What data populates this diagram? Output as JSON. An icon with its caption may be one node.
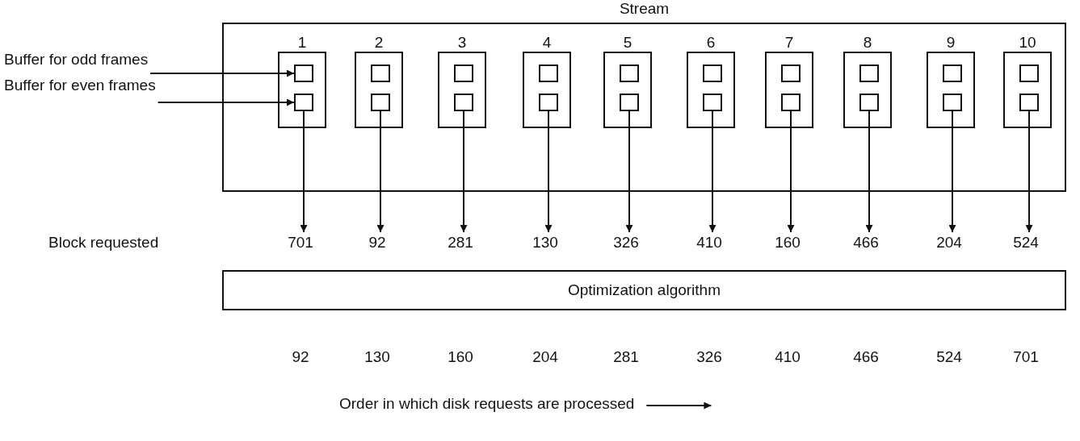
{
  "diagram": {
    "nodes": [
      {
        "text": [
          "Stream"
        ]
      },
      {
        "text": [
          "Buffer for odd frames"
        ]
      },
      {
        "text": [
          "Buffer for even frames"
        ]
      },
      {
        "text": [
          "1"
        ],
        "in": 0
      },
      {
        "text": [],
        "shape": "box",
        "in": 3
      },
      {
        "text": [],
        "shape": "box",
        "in": 3
      },
      {
        "text": [
          "2"
        ],
        "in": 0
      },
      {
        "text": [],
        "shape": "box",
        "in": 6
      },
      {
        "text": [],
        "shape": "box",
        "in": 6
      },
      {
        "text": [
          "3"
        ],
        "in": 0
      },
      {
        "text": [],
        "shape": "box",
        "in": 9
      },
      {
        "text": [],
        "shape": "box",
        "in": 9
      },
      {
        "text": [
          "4"
        ],
        "in": 0
      },
      {
        "text": [],
        "shape": "box",
        "in": 12
      },
      {
        "text": [],
        "shape": "box",
        "in": 12
      },
      {
        "text": [
          "5"
        ],
        "in": 0
      },
      {
        "text": [],
        "shape": "box",
        "in": 15
      },
      {
        "text": [],
        "shape": "box",
        "in": 15
      },
      {
        "text": [
          "6"
        ],
        "in": 0
      },
      {
        "text": [],
        "shape": "box",
        "in": 18
      },
      {
        "text": [],
        "shape": "box",
        "in": 18
      },
      {
        "text": [
          "7"
        ],
        "in": 0
      },
      {
        "text": [],
        "shape": "box",
        "in": 21
      },
      {
        "text": [],
        "shape": "box",
        "in": 21
      },
      {
        "text": [
          "8"
        ],
        "in": 0
      },
      {
        "text": [],
        "shape": "box",
        "in": 24
      },
      {
        "text": [],
        "shape": "box",
        "in": 24
      },
      {
        "text": [
          "9"
        ],
        "in": 0
      },
      {
        "text": [],
        "shape": "box",
        "in": 27
      },
      {
        "text": [],
        "shape": "box",
        "in": 27
      },
      {
        "text": [
          "10"
        ],
        "in": 0
      },
      {
        "text": [],
        "shape": "box",
        "in": 30
      },
      {
        "text": [],
        "shape": "box",
        "in": 30
      },
      {
        "text": [
          "701"
        ]
      },
      {
        "text": [
          "92"
        ]
      },
      {
        "text": [
          "281"
        ]
      },
      {
        "text": [
          "130"
        ]
      },
      {
        "text": [
          "326"
        ]
      },
      {
        "text": [
          "410"
        ]
      },
      {
        "text": [
          "160"
        ]
      },
      {
        "text": [
          "466"
        ]
      },
      {
        "text": [
          "204"
        ]
      },
      {
        "text": [
          "524"
        ]
      },
      {
        "text": [
          "Optimization algorithm"
        ]
      }
    ],
    "edges": [
      {
        "from": 1,
        "to": 4,
        "arrow": "to"
      },
      {
        "from": 2,
        "to": 5,
        "arrow": "to"
      },
      {
        "from": 5,
        "to": 33,
        "arrow": "to"
      },
      {
        "from": 8,
        "to": 34,
        "arrow": "to"
      },
      {
        "from": 11,
        "to": 35,
        "arrow": "to"
      },
      {
        "from": 14,
        "to": 36,
        "arrow": "to"
      },
      {
        "from": 17,
        "to": 37,
        "arrow": "to"
      },
      {
        "from": 20,
        "to": 38,
        "arrow": "to"
      },
      {
        "from": 23,
        "to": 39,
        "arrow": "to"
      },
      {
        "from": 26,
        "to": 40,
        "arrow": "to"
      },
      {
        "from": 29,
        "to": 41,
        "arrow": "to"
      },
      {
        "from": 32,
        "to": 42,
        "arrow": "to"
      }
    ],
    "labels": [
      "Block requested",
      "92",
      "130",
      "160",
      "204",
      "281",
      "326",
      "410",
      "466",
      "524",
      "701",
      "Order in which disk requests are processed"
    ]
  }
}
